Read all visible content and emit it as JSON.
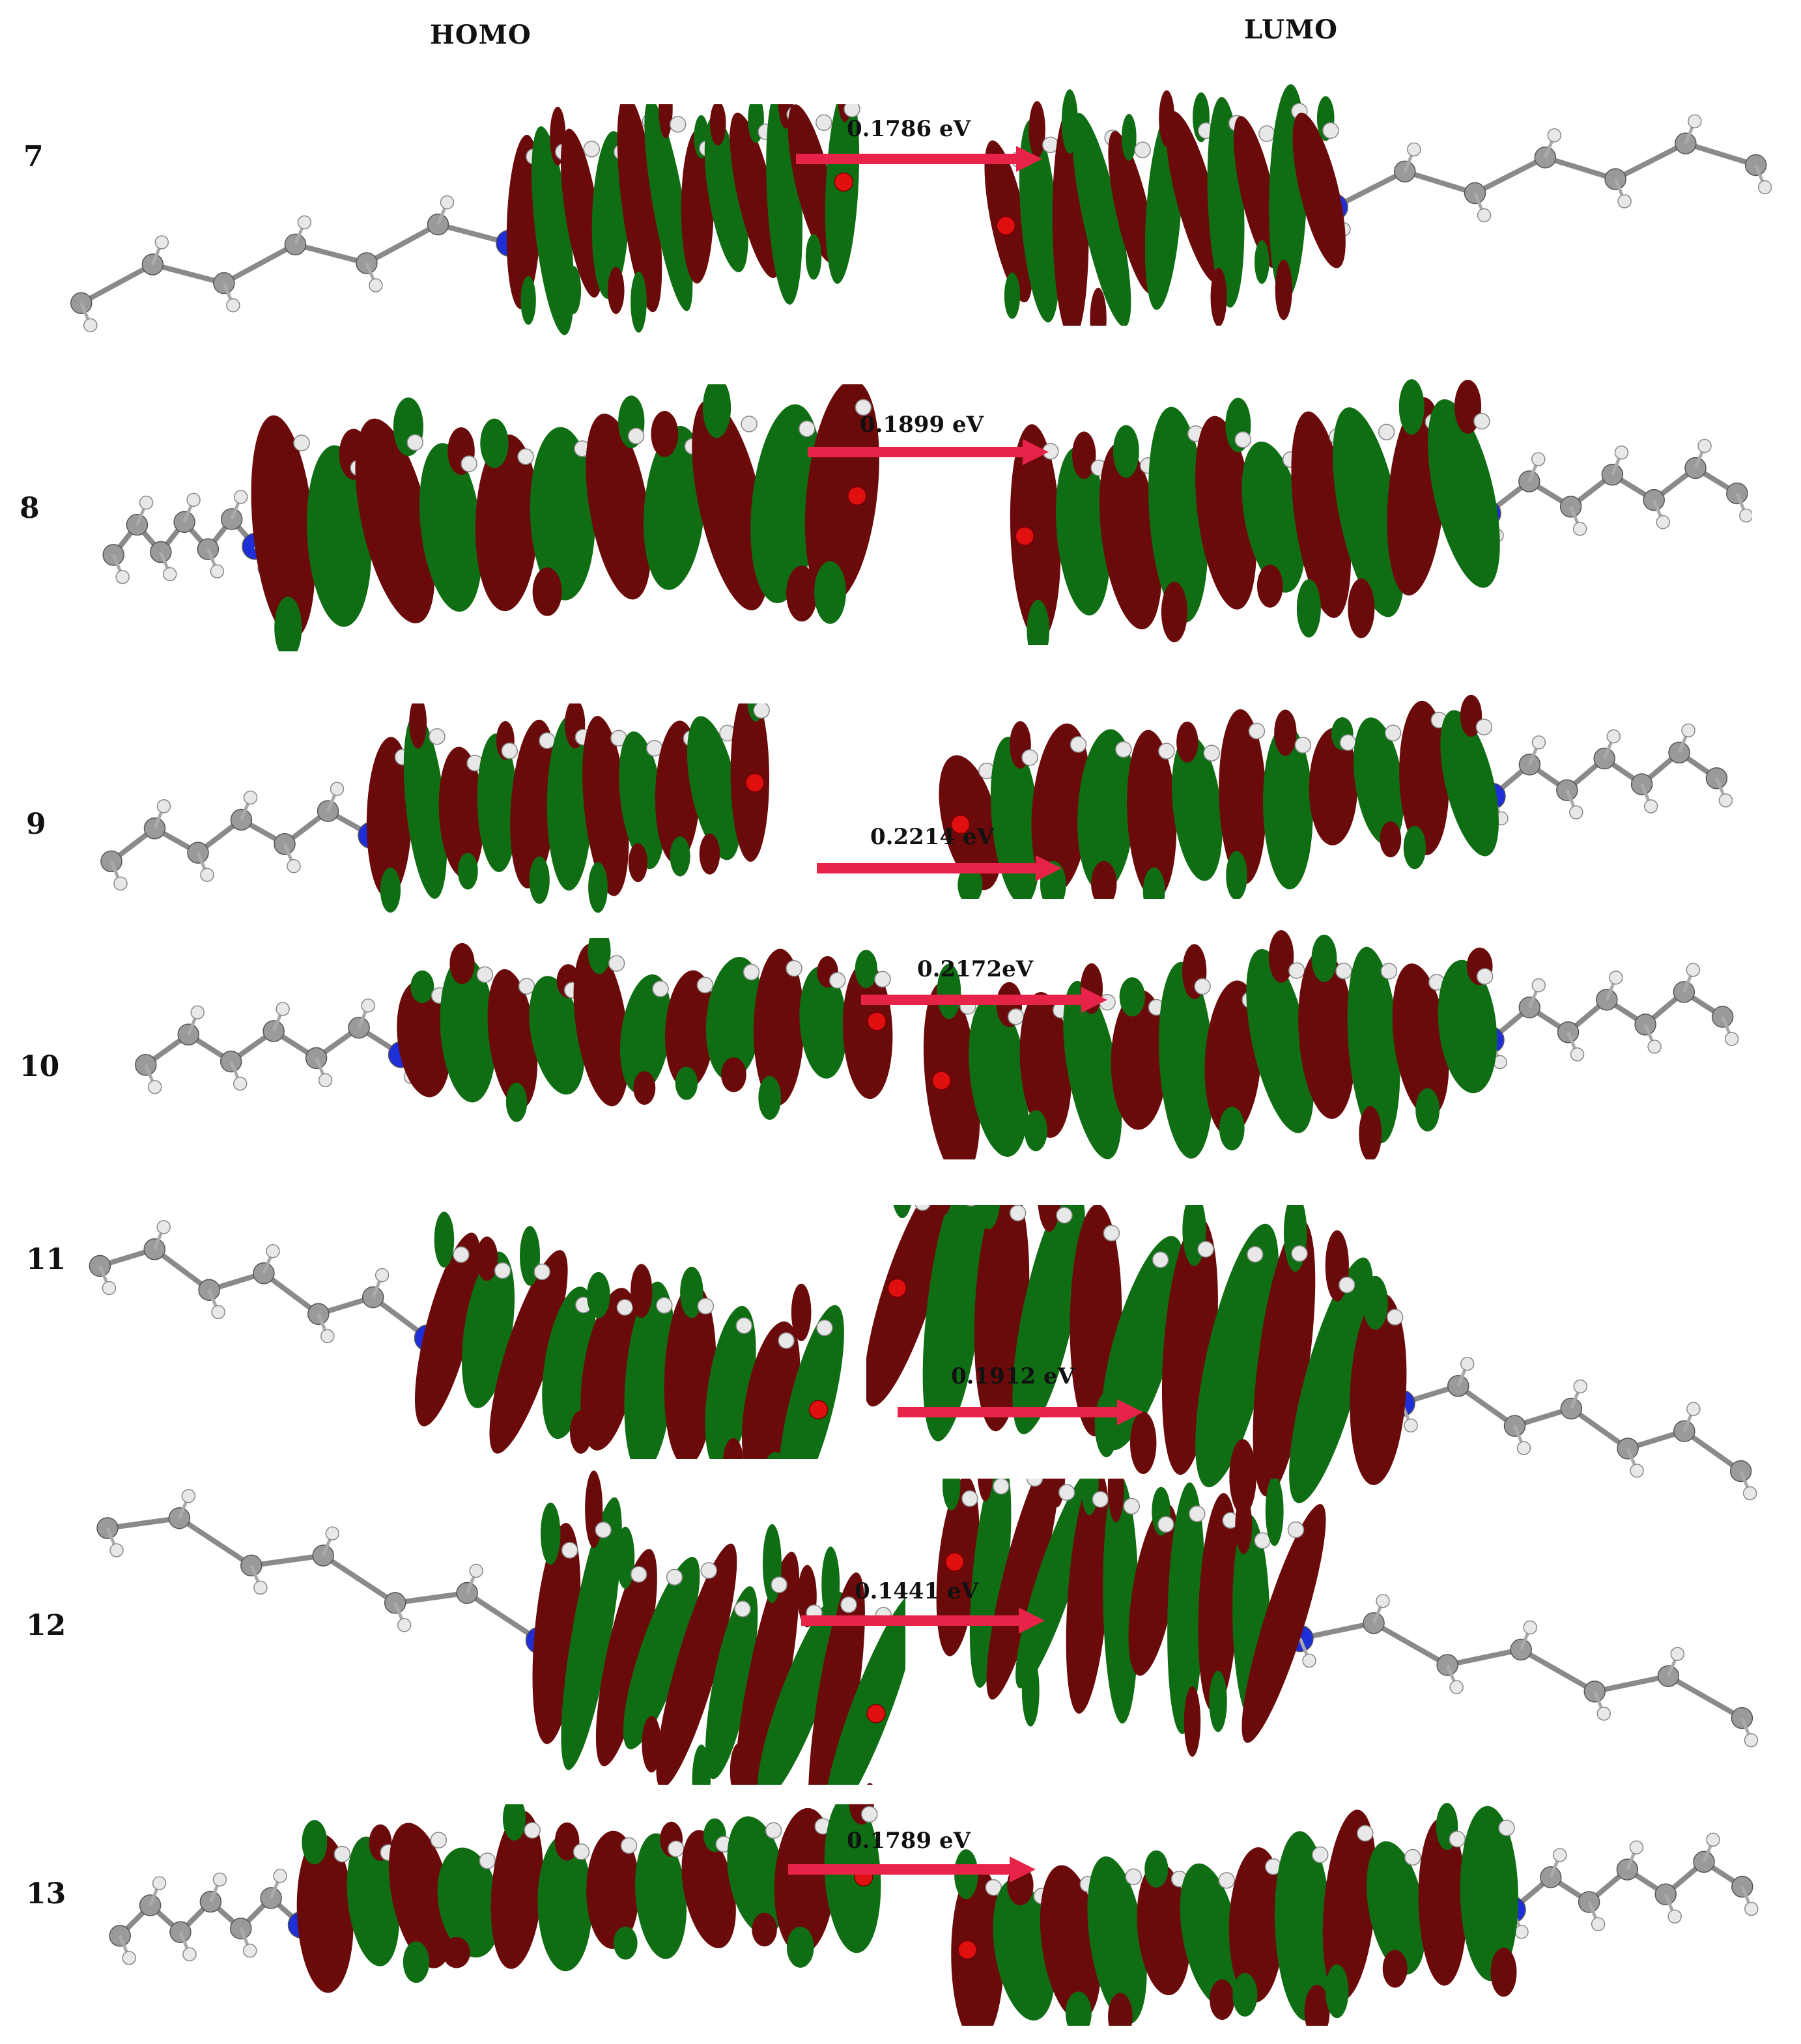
{
  "headers": {
    "homo": "HOMO",
    "lumo": "LUMO"
  },
  "colors": {
    "lobe_positive": "#0f6e14",
    "lobe_negative": "#6b0a0a",
    "carbon_atom": "#9a9a9a",
    "hydrogen_atom": "#e8e8e8",
    "nitrogen_atom": "#1f2fd8",
    "oxygen_atom": "#e01010",
    "arrow": "#e8234a"
  },
  "rows": [
    {
      "label": "7",
      "gap": "0.1786 eV"
    },
    {
      "label": "8",
      "gap": "0.1899 eV"
    },
    {
      "label": "9",
      "gap": "0.2214 eV"
    },
    {
      "label": "10",
      "gap": "0.2172eV"
    },
    {
      "label": "11",
      "gap": "0.1912 eV"
    },
    {
      "label": "12",
      "gap": "0.1441 eV"
    },
    {
      "label": "13",
      "gap": "0.1789 eV"
    }
  ]
}
